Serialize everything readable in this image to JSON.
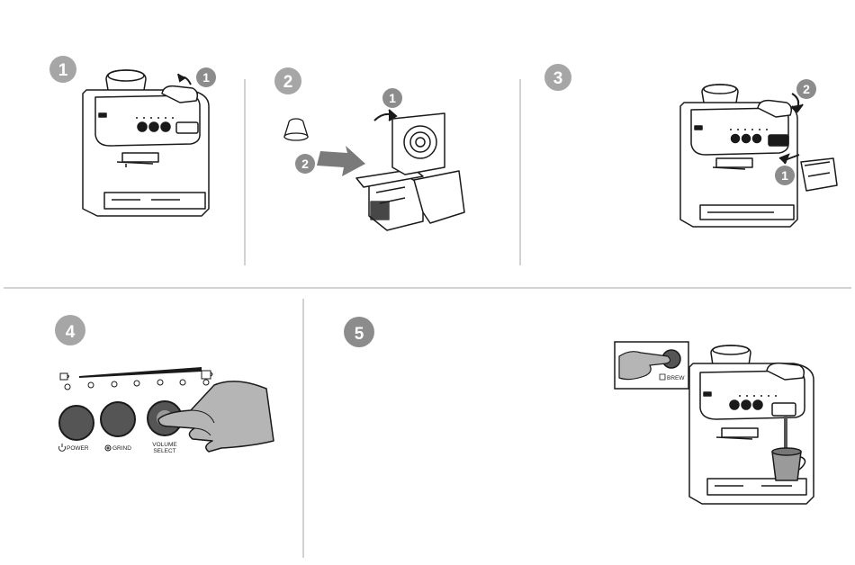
{
  "steps": [
    {
      "number": "1",
      "callouts": [
        "1"
      ]
    },
    {
      "number": "2",
      "callouts": [
        "1",
        "2"
      ]
    },
    {
      "number": "3",
      "callouts": [
        "2",
        "1"
      ]
    },
    {
      "number": "4",
      "buttons": [
        "POWER",
        "GRIND",
        "VOLUME",
        "SELECT"
      ]
    },
    {
      "number": "5",
      "label": "BREW"
    }
  ],
  "colors": {
    "badge_gray": "#a6a6a6",
    "callout_dark": "#8c8c8c",
    "line": "#1a1a1a",
    "divider": "#bdbdbd",
    "button_dark": "#555555",
    "arrow_gray": "#7a7a7a"
  }
}
